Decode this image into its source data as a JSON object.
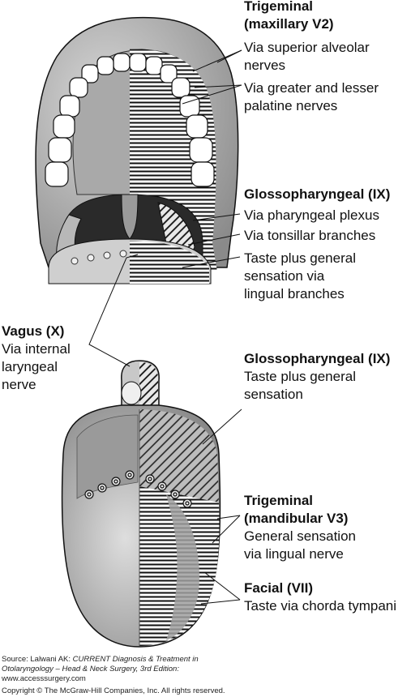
{
  "labels": {
    "trigeminal_v2": {
      "name": "Trigeminal",
      "sub": "(maxillary V2)"
    },
    "superior_alveolar": [
      "Via superior alveolar",
      "nerves"
    ],
    "palatine": [
      "Via greater and lesser",
      "palatine nerves"
    ],
    "glosso_upper": "Glossopharyngeal (IX)",
    "pharyngeal_plexus": "Via pharyngeal plexus",
    "tonsillar": "Via tonsillar branches",
    "taste_lingual": [
      "Taste plus general",
      "sensation via",
      "lingual branches"
    ],
    "vagus": {
      "name": "Vagus (X)",
      "lines": [
        "Via internal",
        "laryngeal",
        "nerve"
      ]
    },
    "glosso_lower": {
      "name": "Glossopharyngeal (IX)",
      "lines": [
        "Taste plus general",
        "sensation"
      ]
    },
    "trigeminal_v3": {
      "name": "Trigeminal",
      "sub": "(mandibular V3)",
      "lines": [
        "General sensation",
        "via lingual nerve"
      ]
    },
    "facial": {
      "name": "Facial (VII)",
      "line": "Taste via chorda tympani"
    }
  },
  "source": {
    "prefix": "Source: Lalwani AK: ",
    "title1": "CURRENT Diagnosis & Treatment in",
    "title2": "Otolaryngology – Head & Neck Surgery, 3rd Edition:",
    "url": "www.accesssurgery.com",
    "copyright": "Copyright © The McGraw-Hill Companies, Inc. All rights reserved."
  }
}
